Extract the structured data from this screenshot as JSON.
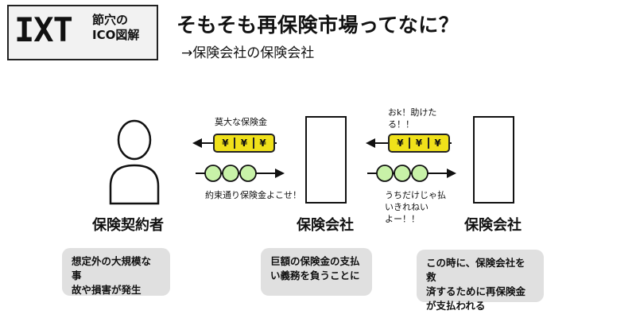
{
  "logo": {
    "main": "IXT",
    "sub": "節穴の\nICO図解"
  },
  "title": "そもそも再保険市場ってなに？",
  "subtitle": "→保険会社の保険会社",
  "actors": [
    {
      "label": "保険契約者",
      "icon": "person-icon"
    },
    {
      "label": "保険会社",
      "icon": "box"
    },
    {
      "label": "保険会社",
      "icon": "box"
    }
  ],
  "flows": {
    "left_top_label": "莫大な保険金",
    "left_bottom_label": "約束通り保険金よこせ！",
    "right_top_label": "おk！助けた\nる！！",
    "right_bottom_label": "うちだけじゃ払\nいきれねい\nよー！！",
    "coin_symbol": "¥",
    "coin_color": "#f0e11a",
    "bead_color": "#c8f2a8"
  },
  "bubbles": [
    "想定外の大規模な事\n故や損害が発生",
    "巨額の保険金の支払\nい義務を負うことに",
    "この時に、保険会社を救\n済するために再保険金\nが支払われる"
  ]
}
